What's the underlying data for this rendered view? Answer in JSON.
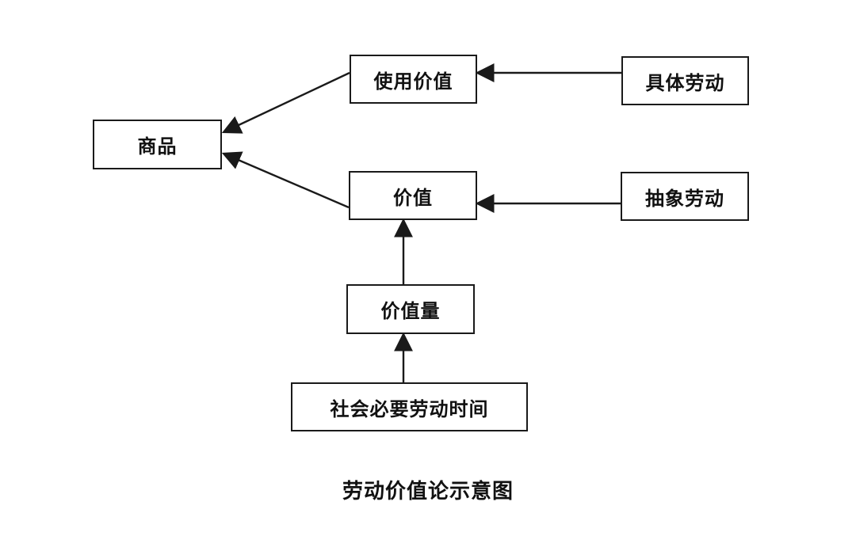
{
  "nodes": {
    "commodity": "商品",
    "use_value": "使用价值",
    "value": "价值",
    "value_quantity": "价值量",
    "social_necessary_labor_time": "社会必要劳动时间",
    "concrete_labor": "具体劳动",
    "abstract_labor": "抽象劳动"
  },
  "edges": [
    {
      "from": "concrete_labor",
      "to": "use_value"
    },
    {
      "from": "abstract_labor",
      "to": "value"
    },
    {
      "from": "use_value",
      "to": "commodity"
    },
    {
      "from": "value",
      "to": "commodity"
    },
    {
      "from": "value_quantity",
      "to": "value"
    },
    {
      "from": "social_necessary_labor_time",
      "to": "value_quantity"
    }
  ],
  "caption": "劳动价值论示意图",
  "colors": {
    "line": "#1a1a1a",
    "background": "#ffffff"
  }
}
